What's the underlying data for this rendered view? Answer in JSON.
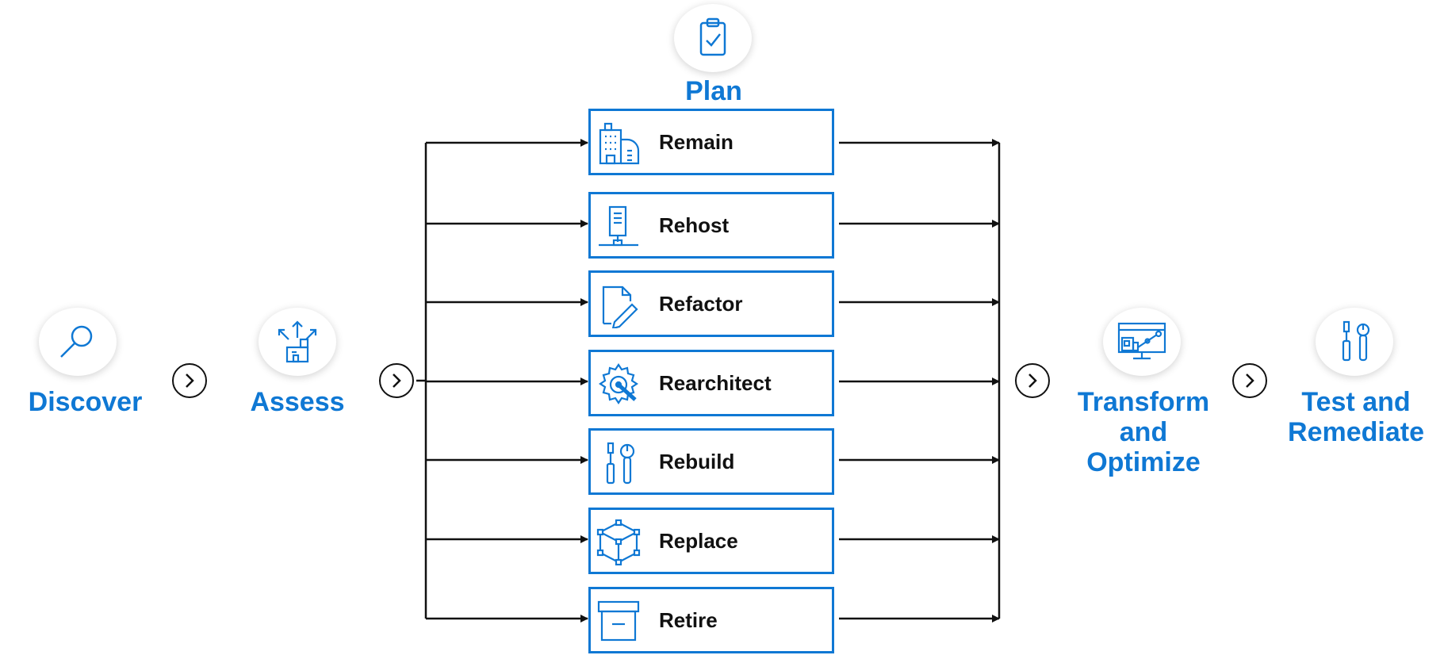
{
  "colors": {
    "accent": "#0f78d4",
    "line": "#111111"
  },
  "stages": {
    "discover": {
      "label": "Discover",
      "icon": "magnifier-icon"
    },
    "assess": {
      "label": "Assess",
      "icon": "assess-arrows-icon"
    },
    "plan": {
      "label": "Plan",
      "icon": "clipboard-check-icon"
    },
    "transform": {
      "label_lines": [
        "Transform",
        "and",
        "Optimize"
      ],
      "icon": "dashboard-monitor-icon"
    },
    "test": {
      "label_lines": [
        "Test and",
        "Remediate"
      ],
      "icon": "tools-icon"
    }
  },
  "options": [
    {
      "label": "Remain",
      "icon": "building-icon"
    },
    {
      "label": "Rehost",
      "icon": "server-icon"
    },
    {
      "label": "Refactor",
      "icon": "document-edit-icon"
    },
    {
      "label": "Rearchitect",
      "icon": "gear-icon"
    },
    {
      "label": "Rebuild",
      "icon": "tools-icon"
    },
    {
      "label": "Replace",
      "icon": "cube-icon"
    },
    {
      "label": "Retire",
      "icon": "archive-box-icon"
    }
  ]
}
